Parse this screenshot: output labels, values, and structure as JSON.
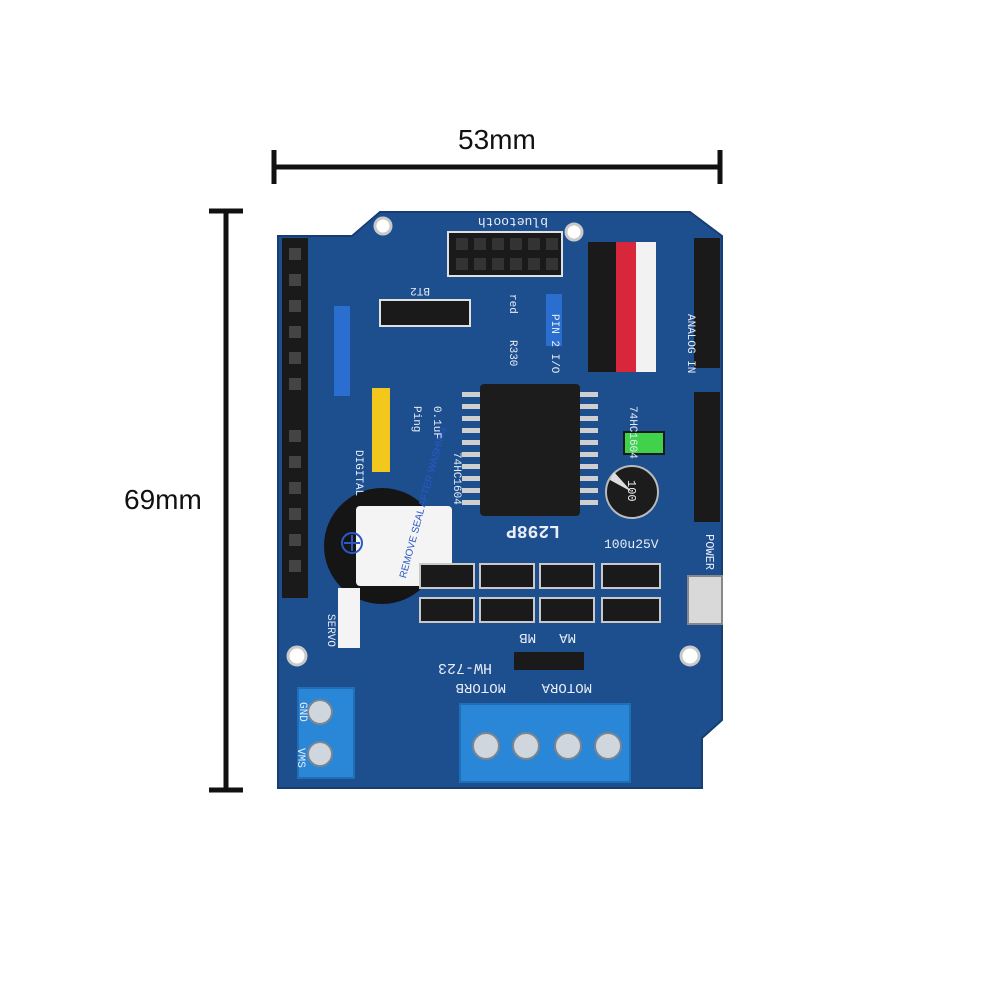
{
  "dimensions": {
    "width_label": "53mm",
    "height_label": "69mm"
  },
  "board": {
    "model": "HW-723",
    "chip": "L298P",
    "headers": {
      "bluetooth": "bluetooth",
      "analog": "ANALOG IN",
      "power": "POWER",
      "digital": "DIGITAL",
      "servo": "SERVO",
      "ping": "Ping",
      "bt2": "BT2",
      "pin_io": "PIN 2 I/O",
      "red": "red"
    },
    "terminals": {
      "motor_a": "MOTORA",
      "motor_b": "MOTORB",
      "ma": "MA",
      "mb": "MB",
      "vms": "VMS",
      "gnd": "GND"
    },
    "components": {
      "buzzer_text": "REMOVE SEAL AFTER WASHING",
      "capacitor_top": "100",
      "capacitor_mid": "25V",
      "capacitor_label": "100u25V",
      "logic_chip_1": "74HC1604",
      "logic_chip_2": "74HC1604",
      "cap_small": "0.1uF",
      "resistor": "R330"
    },
    "colors": {
      "pcb": "#1d4f8f",
      "pcb_dark": "#163e72",
      "terminal_blue": "#2a86d6",
      "header_black": "#1a1a1a",
      "header_red": "#d8263a",
      "jumper_yellow": "#f2c81c",
      "jumper_green": "#3fd24a"
    }
  }
}
